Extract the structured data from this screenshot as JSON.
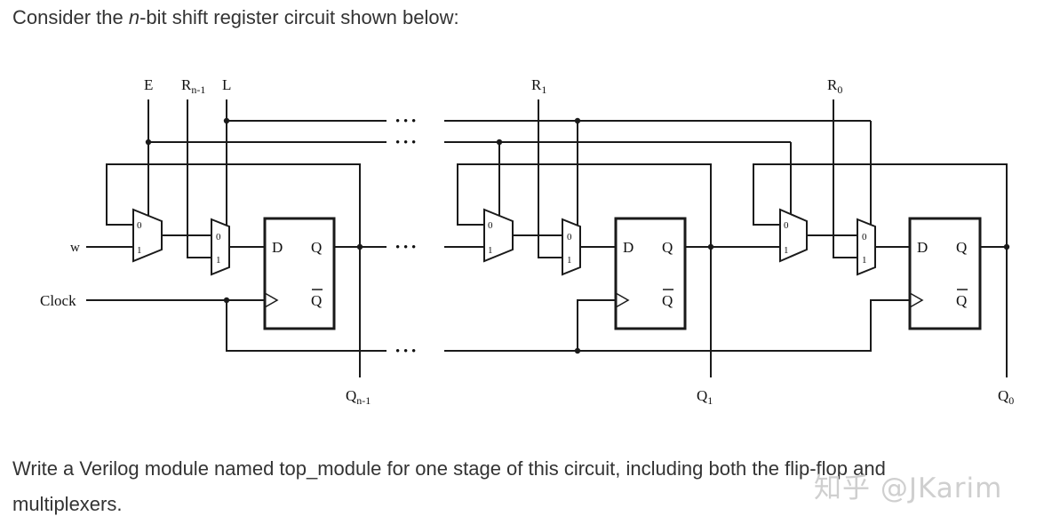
{
  "text": {
    "prompt_before": "Consider the ",
    "prompt_var": "n",
    "prompt_after": "-bit shift register circuit shown below:",
    "task_line1": "Write a Verilog module named top_module for one stage of this circuit, including both the flip-flop and",
    "task_line2": "multiplexers."
  },
  "diagram": {
    "input_E": "E",
    "input_R": "R",
    "input_R_sub_n1": "n-1",
    "input_L": "L",
    "input_R1": "R",
    "input_R1_sub": "1",
    "input_R0": "R",
    "input_R0_sub": "0",
    "input_w": "w",
    "input_clock": "Clock",
    "mux_in0": "0",
    "mux_in1": "1",
    "ff_D": "D",
    "ff_Q": "Q",
    "ff_Qbar": "Q",
    "out_Qn1": "Q",
    "out_Qn1_sub": "n-1",
    "out_Q1": "Q",
    "out_Q1_sub": "1",
    "out_Q0": "Q",
    "out_Q0_sub": "0",
    "ellipsis": "• • •"
  },
  "watermark": "知乎 @JKarim"
}
